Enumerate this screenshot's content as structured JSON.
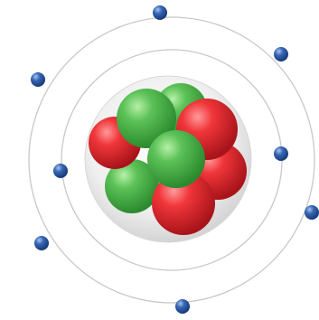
{
  "diagram": {
    "subject": "atom-model",
    "background_color": "#ffffff",
    "orbit_color": "#c8c8c8",
    "nucleus": {
      "protons": 4,
      "neutrons": 5,
      "proton_color": "#e52b2f",
      "neutron_color": "#55b953",
      "envelope_color": "#e9e9e9"
    },
    "electron_shells": [
      {
        "shell": 1,
        "electrons": 2
      },
      {
        "shell": 2,
        "electrons": 6
      }
    ],
    "electron_count": 8,
    "electron_color": "#2f5fa8"
  }
}
